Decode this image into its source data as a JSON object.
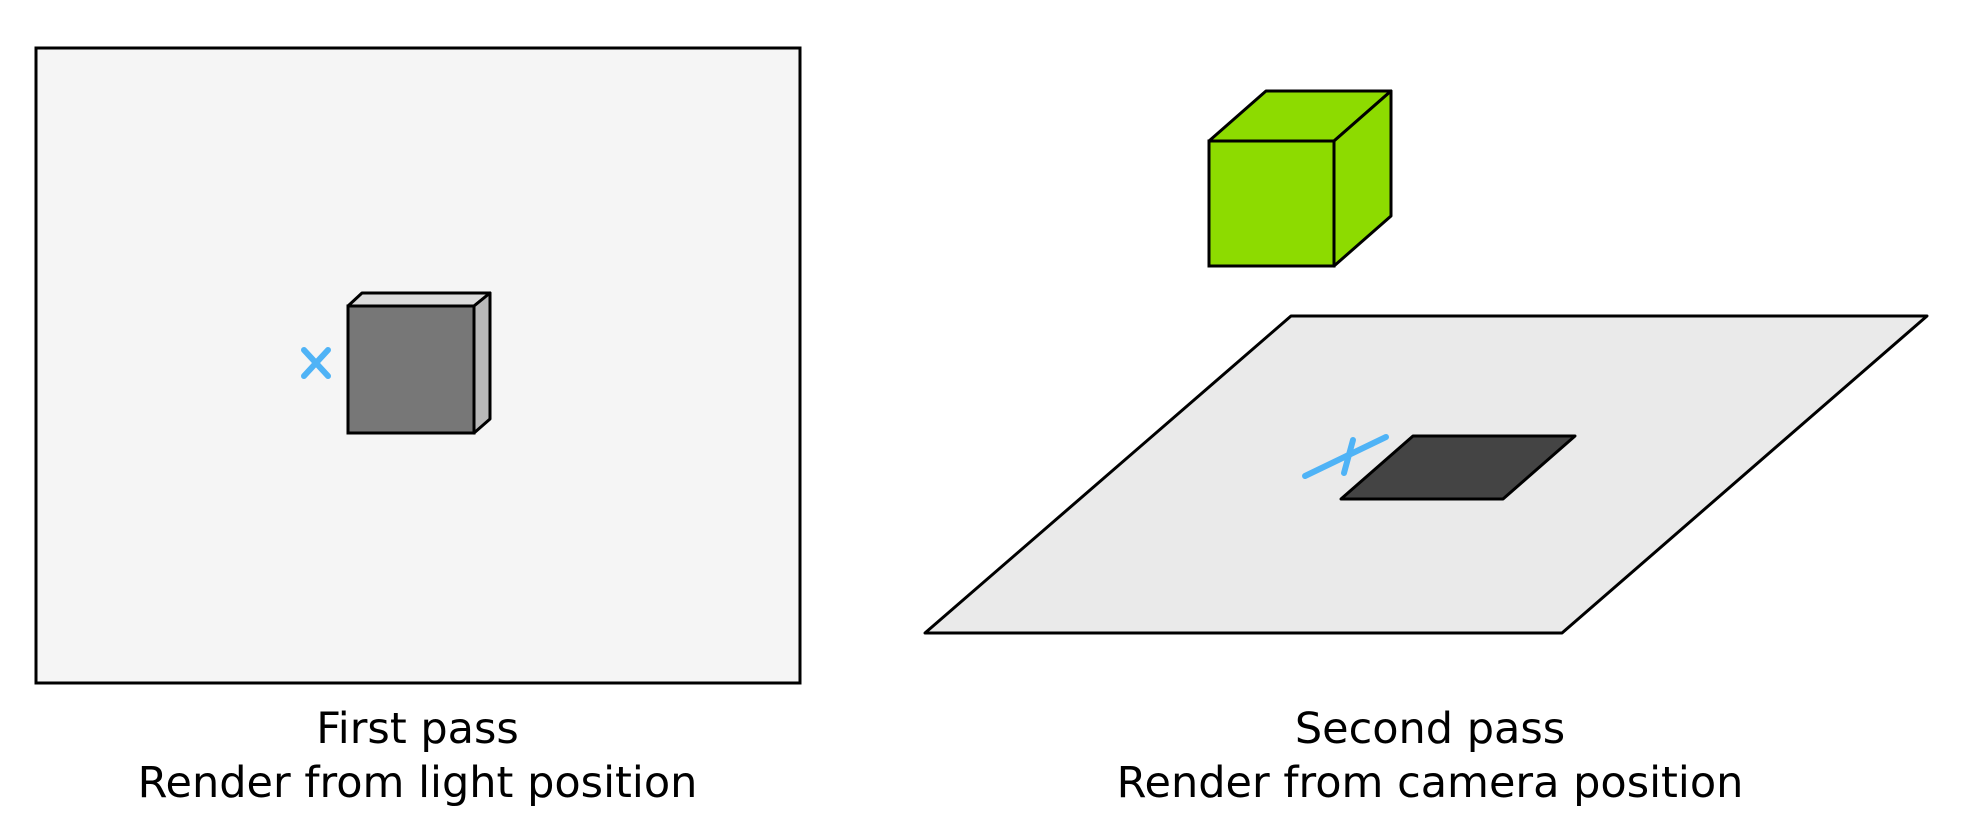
{
  "panels": [
    {
      "title": "First pass",
      "subtitle": "Render from light position"
    },
    {
      "title": "Second pass",
      "subtitle": "Render from camera position"
    }
  ],
  "colors": {
    "outline": "#000000",
    "light_view_background": "#f5f5f5",
    "depth_cube_front": "#777777",
    "depth_cube_top": "#dcdcdc",
    "depth_cube_side": "#b9b9b9",
    "marker": "#4fb3f6",
    "object_cube": "#8ddb00",
    "floor_plane": "#eaeaea",
    "shadow": "#444444"
  }
}
